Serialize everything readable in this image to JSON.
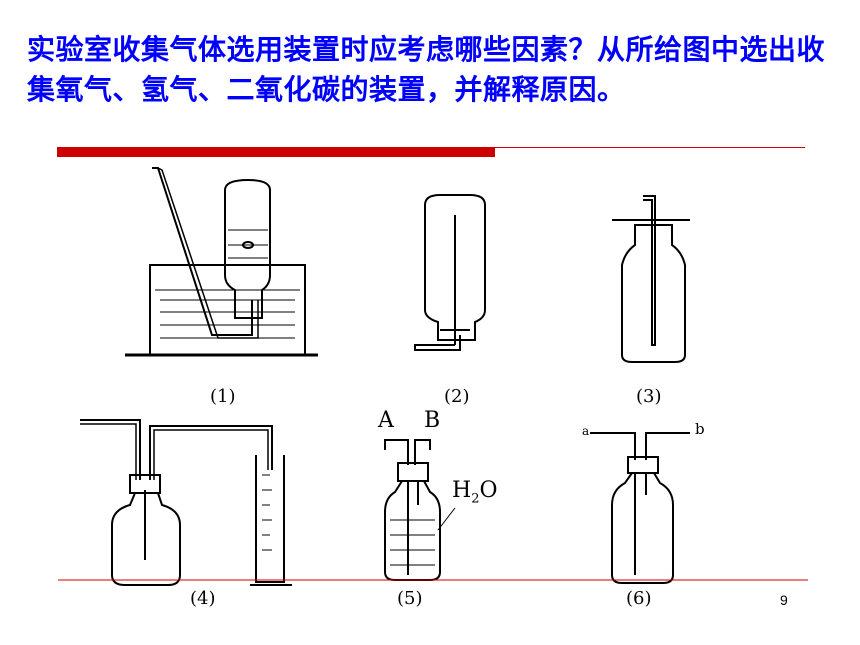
{
  "slide": {
    "question_text": "实验室收集气体选用装置时应考虑哪些因素？从所给图中选出收集氧气、氢气、二氧化碳的装置，并解释原因。",
    "accent_color": "#cc0000",
    "text_color": "#0000ff",
    "page_number": "9"
  },
  "figures": {
    "labels": [
      "(1)",
      "(2)",
      "(3)",
      "(4)",
      "(5)",
      "(6)"
    ],
    "fig5_port_a": "A",
    "fig5_port_b": "B",
    "fig5_water": "H",
    "fig5_water_sub": "2",
    "fig5_water_o": "O",
    "fig6_port_a": "a",
    "fig6_port_b": "b"
  }
}
